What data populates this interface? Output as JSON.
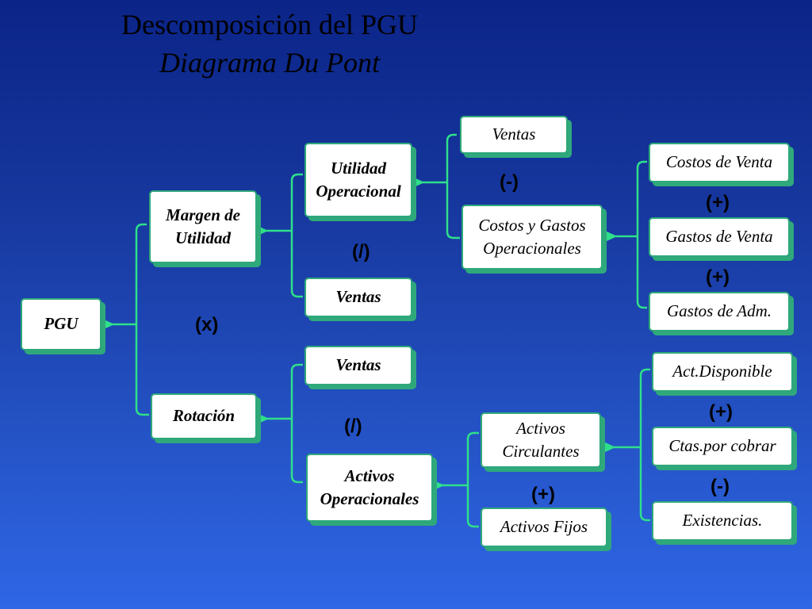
{
  "title": "Descomposición del PGU",
  "subtitle": "Diagrama Du Pont",
  "nodes": {
    "pgu": "PGU",
    "margen": "Margen de Utilidad",
    "rotacion": "Rotación",
    "utilidad_operacional": "Utilidad Operacional",
    "ventas_margen": "Ventas",
    "ventas_rotacion": "Ventas",
    "activos_operacionales": "Activos Operacionales",
    "ventas_top": "Ventas",
    "costos_gastos": "Costos y Gastos Operacionales",
    "costos_venta": "Costos de Venta",
    "gastos_venta": "Gastos de Venta",
    "gastos_adm": "Gastos de Adm.",
    "activos_circulantes": "Activos Circulantes",
    "activos_fijos": "Activos Fijos",
    "act_disponible": "Act.Disponible",
    "ctas_cobrar": "Ctas.por cobrar",
    "existencias": "Existencias."
  },
  "operators": {
    "x": "(x)",
    "div_margen": "(/)",
    "div_rotacion": "(/)",
    "minus_utilidad": "(-)",
    "plus_costos_1": "(+)",
    "plus_costos_2": "(+)",
    "plus_activos": "(+)",
    "plus_circ": "(+)",
    "minus_circ": "(-)"
  },
  "colors": {
    "background_top": "#0b2488",
    "background_bottom": "#2f66e6",
    "connector": "#2ee08a",
    "box_border": "#2ea87a"
  }
}
